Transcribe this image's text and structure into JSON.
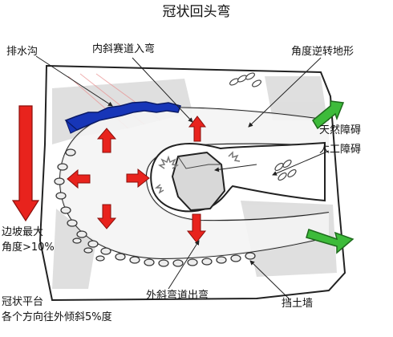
{
  "title": "冠状回头弯",
  "labels": {
    "drain": "排水沟",
    "inner_entry": "内斜赛道入弯",
    "reverse_terrain": "角度逆转地形",
    "natural_obstacle": "天然障碍",
    "artificial_obstacle": "人工障碍",
    "edge_slope_line1": "边坡最大",
    "edge_slope_line2": "角度>10%",
    "crown_line1": "冠状平台",
    "crown_line2": "各个方向往外倾斜5%度",
    "outer_exit": "外斜弯道出弯",
    "retaining_wall": "挡土墙"
  },
  "colors": {
    "arrow_red": "#e8231d",
    "arrow_green": "#3dbb3a",
    "drain_blue": "#1736b8",
    "ground_gray": "#d4d4d4",
    "line": "#222222"
  },
  "icons": [
    "red-arrow-icon",
    "green-arrow-icon",
    "rock-icon",
    "grass-icon",
    "starburst-icon"
  ]
}
